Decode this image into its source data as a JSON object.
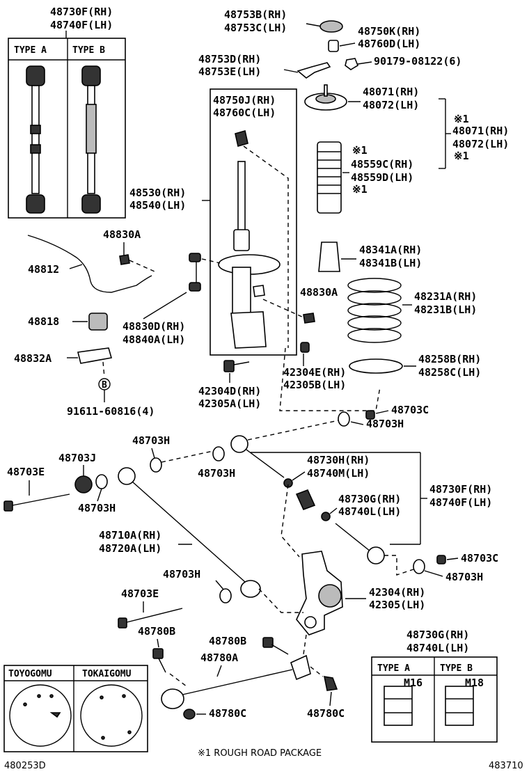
{
  "labels": {
    "l48730F_48740F_top": [
      "48730F(RH)",
      "48740F(LH)"
    ],
    "type_a": "TYPE A",
    "type_b": "TYPE B",
    "l48753B": [
      "48753B(RH)",
      "48753C(LH)"
    ],
    "l48750K": [
      "48750K(RH)",
      "48760D(LH)"
    ],
    "l48753D": [
      "48753D(RH)",
      "48753E(LH)"
    ],
    "l90179": "90179-08122(6)",
    "l48750J": [
      "48750J(RH)",
      "48760C(LH)"
    ],
    "l48071": [
      "48071(RH)",
      "48072(LH)"
    ],
    "note_mark": "※1",
    "l48071b": [
      "48071(RH)",
      "48072(LH)"
    ],
    "l48559": [
      "48559C(RH)",
      "48559D(LH)"
    ],
    "l48530": [
      "48530(RH)",
      "48540(LH)"
    ],
    "l48830A_a": "48830A",
    "l48812": "48812",
    "l48341": [
      "48341A(RH)",
      "48341B(LH)"
    ],
    "l48830A_b": "48830A",
    "l48231": [
      "48231A(RH)",
      "48231B(LH)"
    ],
    "l48818": "48818",
    "l48830D": [
      "48830D(RH)",
      "48840A(LH)"
    ],
    "l48832A": "48832A",
    "l42304E": [
      "42304E(RH)",
      "42305B(LH)"
    ],
    "l48258": [
      "48258B(RH)",
      "48258C(LH)"
    ],
    "l42304D": [
      "42304D(RH)",
      "42305A(LH)"
    ],
    "circle_b": "B",
    "l91611": "91611-60816(4)",
    "l48703C_a": "48703C",
    "l48703H_a": "48703H",
    "l48703H_b": "48703H",
    "l48703J": "48703J",
    "l48703E_a": "48703E",
    "l48703H_c": "48703H",
    "l48730H": [
      "48730H(RH)",
      "48740M(LH)"
    ],
    "l48730F_mid": [
      "48730F(RH)",
      "48740F(LH)"
    ],
    "l48703H_d": "48703H",
    "l48730G_mid": [
      "48730G(RH)",
      "48740L(LH)"
    ],
    "l48710A": [
      "48710A(RH)",
      "48720A(LH)"
    ],
    "l48703C_b": "48703C",
    "l48703H_e": "48703H",
    "l48703H_f": "48703H",
    "l42304": [
      "42304(RH)",
      "42305(LH)"
    ],
    "l48703E_b": "48703E",
    "l48780B_a": "48780B",
    "l48780B_b": "48780B",
    "l48780A": "48780A",
    "l48730G_bot": [
      "48730G(RH)",
      "48740L(LH)"
    ],
    "toyogomu": "TOYOGOMU",
    "tokaigomu": "TOKAIGOMU",
    "l48780C_a": "48780C",
    "l48780C_b": "48780C",
    "m16": "M16",
    "m18": "M18",
    "footnote": "※1 ROUGH ROAD PACKAGE",
    "code_left": "480253D",
    "code_right": "483710"
  }
}
